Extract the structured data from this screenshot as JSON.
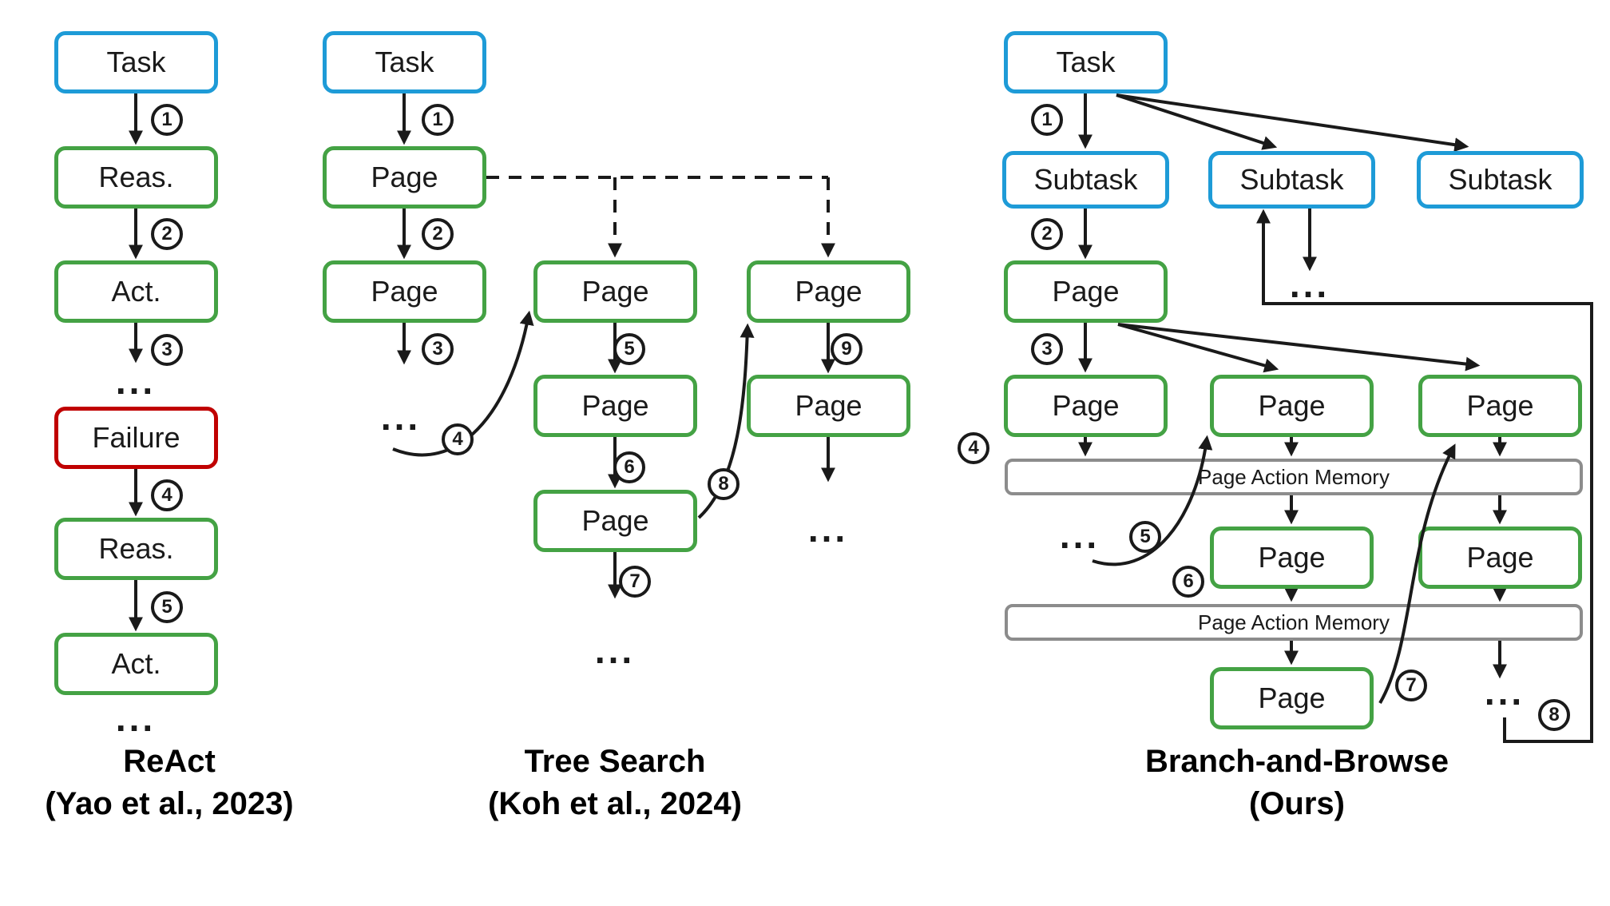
{
  "colors": {
    "task_blue": "#1E9BD7",
    "page_green": "#44A244",
    "failure_red": "#C00000",
    "memory_gray": "#8C8C8C",
    "arrow_black": "#1A1A1A"
  },
  "panels": {
    "react": {
      "title": "ReAct",
      "citation": "(Yao et al., 2023)",
      "nodes": {
        "task": "Task",
        "reason1": "Reas.",
        "act1": "Act.",
        "failure": "Failure",
        "reason2": "Reas.",
        "act2": "Act."
      },
      "steps": [
        "1",
        "2",
        "3",
        "4",
        "5"
      ],
      "ellipsis": "..."
    },
    "tree_search": {
      "title": "Tree Search",
      "citation": "(Koh et al., 2024)",
      "nodes": {
        "task": "Task",
        "page": "Page"
      },
      "steps": [
        "1",
        "2",
        "3",
        "4",
        "5",
        "6",
        "7",
        "8",
        "9"
      ],
      "ellipsis": "..."
    },
    "branch_and_browse": {
      "title": "Branch-and-Browse",
      "citation": "(Ours)",
      "nodes": {
        "task": "Task",
        "subtask": "Subtask",
        "page": "Page",
        "memory": "Page Action Memory"
      },
      "steps": [
        "1",
        "2",
        "3",
        "4",
        "5",
        "6",
        "7",
        "8"
      ],
      "ellipsis": "..."
    }
  }
}
